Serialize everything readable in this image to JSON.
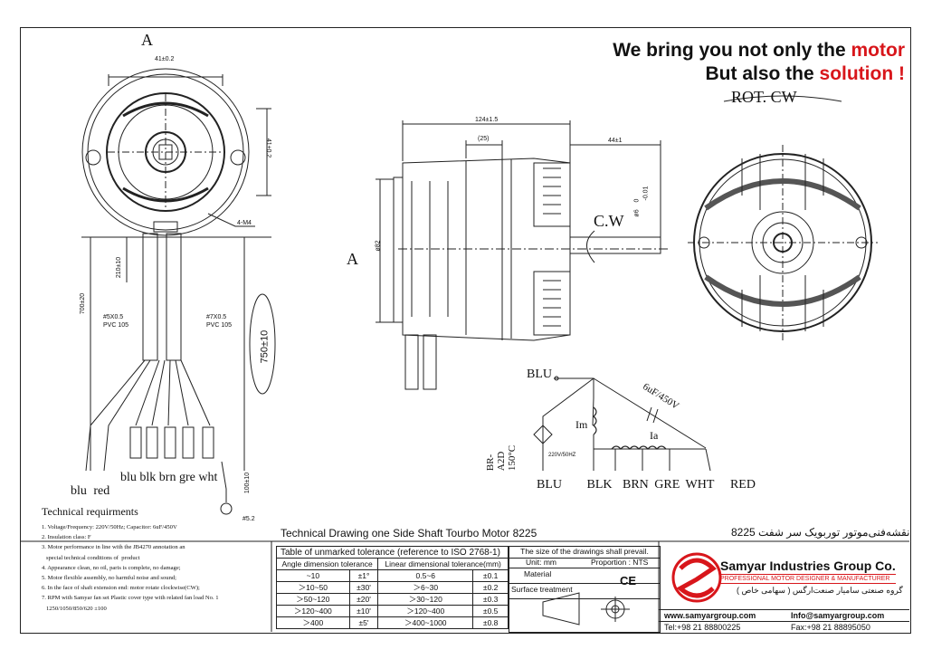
{
  "headline": {
    "line1_prefix": "We bring you not only the ",
    "line1_accent": "motor",
    "line2_prefix": "But also the ",
    "line2_accent": "solution !"
  },
  "labels": {
    "view_a_top": "A",
    "view_a_side": "A",
    "rotation": "ROT.   CW",
    "shaft_rotation": "C.W",
    "dims": {
      "w41a": "41±0.2",
      "w41b": "41±0.2",
      "screw": "4-M4",
      "d210": "210±10",
      "d700": "700±20",
      "wire5": "#5X0.5",
      "wire7": "#7X0.5",
      "pvc1": "PVC 105",
      "pvc2": "PVC 105",
      "d750": "750±10",
      "d100": "100±10",
      "d52": "#5.2",
      "len124": "124±1.5",
      "len25": "(25)",
      "len44": "44±1",
      "dia82": "ø82",
      "shaft": "ø6",
      "shaft_tol1": "0",
      "shaft_tol2": "-0.01"
    },
    "wires_left": [
      "blu",
      "red"
    ],
    "wires_right": [
      "blu",
      "blk",
      "brn",
      "gre",
      "wht"
    ],
    "schematic": {
      "blu_top": "BLU",
      "cap": "6uF/450V",
      "im": "Im",
      "ia": "Ia",
      "protector": "BR-A2D 150°C",
      "supply": "220V/50HZ",
      "leads": [
        "BLU",
        "BLK",
        "BRN",
        "GRE",
        "WHT",
        "RED"
      ]
    }
  },
  "tech_requirements": {
    "title": "Technical requirments",
    "items": [
      "1. Voltage/Frequency: 220V/50Hz; Capacitor: 6uF/450V",
      "2. Insulation class: F",
      "3. Motor performance in line with the JB4270 annotation an",
      "   special technical conditions of  product",
      "4. Appearance clean, no oil, paris is complete, no damage;",
      "5. Motor flexible assembly, no harmful noise and sound;",
      "6. In the face of shaft extension end: motor rotate clockwise(CW);",
      "7. RPM with Samyar fan set Plastic cover type with related fan load No. 1",
      "   1250/1050/850/620 ±100"
    ]
  },
  "title_block": {
    "drawing_title": "Technical Drawing one Side Shaft Tourbo Motor 8225",
    "farsi_title": "نقشه‌فنی‌موتور توربویک سر شفت 8225",
    "tolerance_caption": "Table of unmarked tolerance (reference to ISO 2768-1)",
    "angle_header": "Angle dimension tolerance",
    "linear_header": "Linear dimensional tolerance(mm)",
    "rows": [
      [
        "~10",
        "±1°",
        "0.5~6",
        "±0.1"
      ],
      [
        "＞10~50",
        "±30'",
        "＞6~30",
        "±0.2"
      ],
      [
        "＞50~120",
        "±20'",
        "＞30~120",
        "±0.3"
      ],
      [
        "＞120~400",
        "±10'",
        "＞120~400",
        "±0.5"
      ],
      [
        "＞400",
        "±5'",
        "＞400~1000",
        "±0.8"
      ]
    ],
    "size_note": "The size of the drawings shall prevail.",
    "unit": "Unit: mm",
    "proportion": "Proportion : NTS",
    "material": "Material",
    "surface": "Surface treatment",
    "ce": "CE"
  },
  "company": {
    "name": "Samyar Industries Group Co.",
    "tagline": "PROFESSIONAL MOTOR DESIGNER & MANUFACTURER",
    "farsi": "گروه صنعتی سامیار صنعت‌ارگس ( سهامی خاص )",
    "web": "www.samyargroup.com",
    "email": "Info@samyargroup.com",
    "tel": "Tel:+98 21 88800225",
    "fax": "Fax:+98 21 88895050"
  },
  "colors": {
    "accent": "#d8161b",
    "ink": "#111111"
  }
}
